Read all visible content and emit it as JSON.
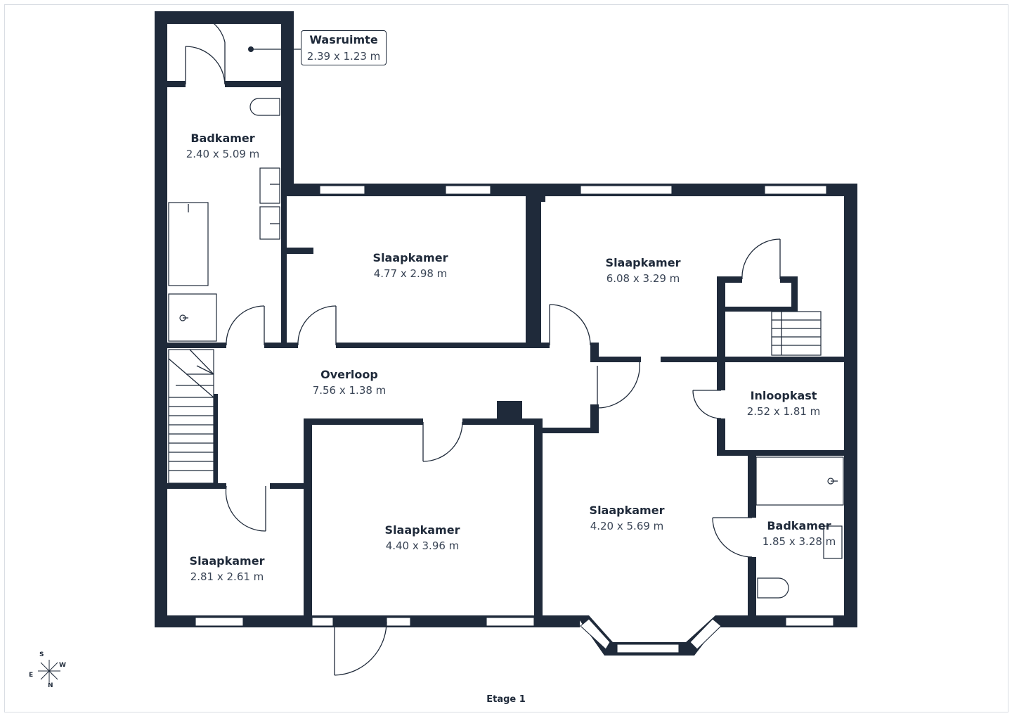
{
  "floor_label": "Etage 1",
  "rooms": [
    {
      "name": "Wasruimte",
      "dims": "2.39 x 1.23 m"
    },
    {
      "name": "Badkamer",
      "dims": "2.40 x 5.09 m"
    },
    {
      "name": "Slaapkamer",
      "dims": "4.77 x 2.98 m"
    },
    {
      "name": "Slaapkamer",
      "dims": "6.08 x 3.29 m"
    },
    {
      "name": "Overloop",
      "dims": "7.56 x 1.38 m"
    },
    {
      "name": "Inloopkast",
      "dims": "2.52 x 1.81 m"
    },
    {
      "name": "Slaapkamer",
      "dims": "4.40 x 3.96 m"
    },
    {
      "name": "Slaapkamer",
      "dims": "4.20 x 5.69 m"
    },
    {
      "name": "Badkamer",
      "dims": "1.85 x 3.28 m"
    },
    {
      "name": "Slaapkamer",
      "dims": "2.81 x 2.61 m"
    }
  ],
  "compass": {
    "s": "S",
    "w": "W",
    "e": "E",
    "n": "N"
  },
  "colors": {
    "wall": "#1f2a3a",
    "background": "#ffffff",
    "text_secondary": "#3a4556"
  }
}
